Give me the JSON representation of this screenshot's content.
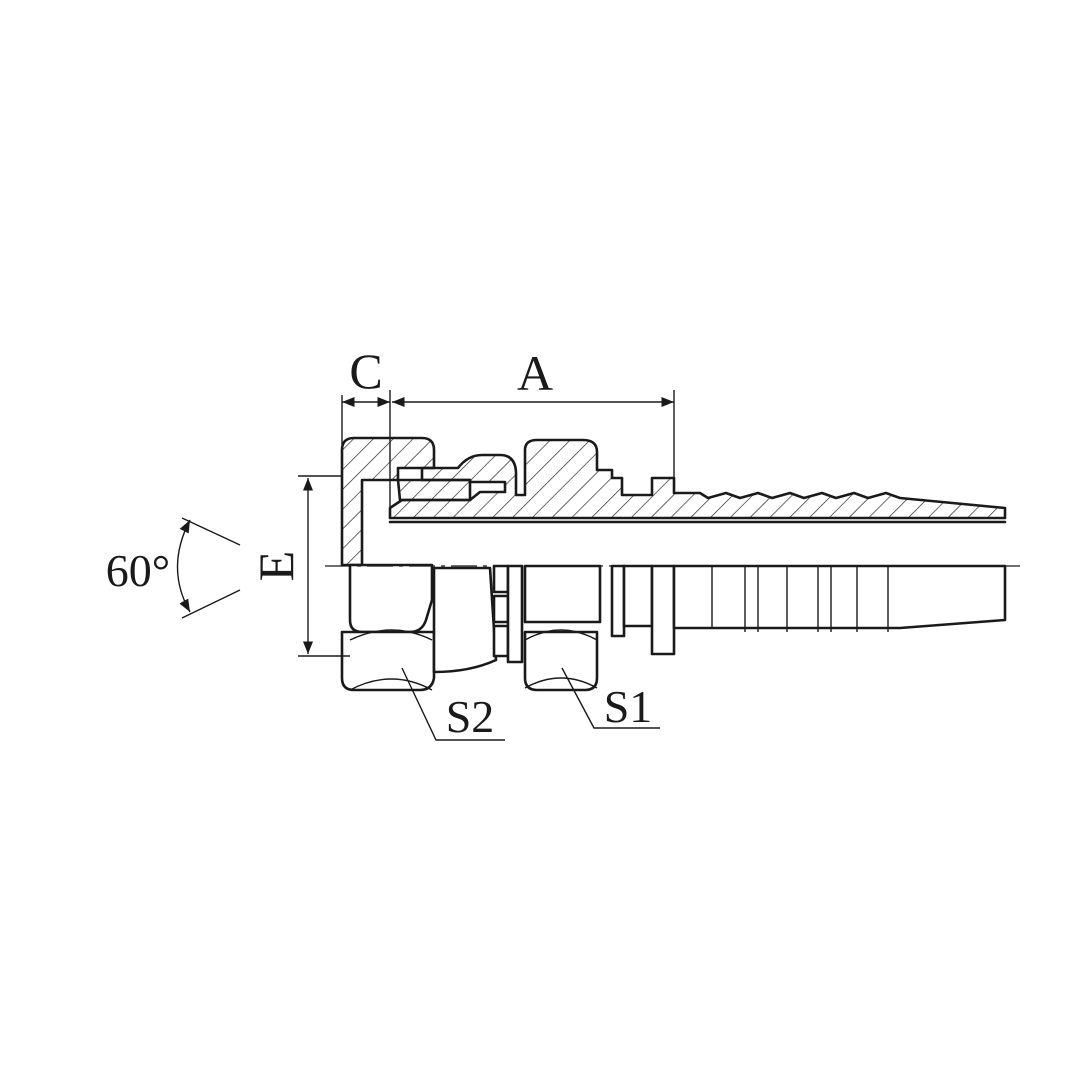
{
  "labels": {
    "dim_c": "C",
    "dim_a": "A",
    "dim_e": "E",
    "angle": "60°",
    "hex_s2": "S2",
    "hex_s1": "S1"
  }
}
